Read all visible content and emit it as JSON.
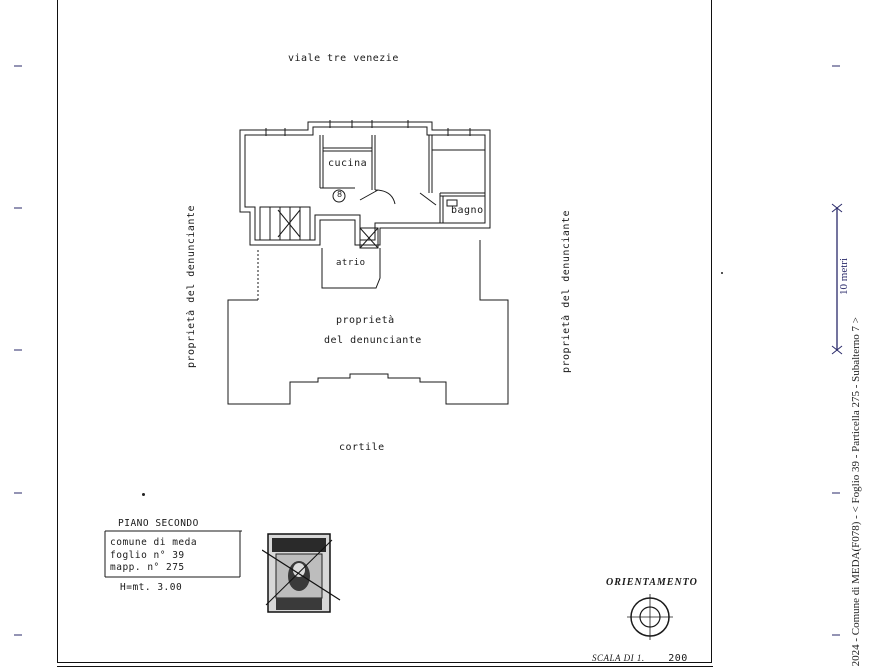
{
  "plan": {
    "street_label": "viale   tre   venezie",
    "room_kitchen": "cucina",
    "room_bath": "bagno",
    "room_atrium": "atrio",
    "ownership_left": "proprietà del denunciante",
    "ownership_right": "proprietà del denunciante",
    "ownership_center_line1": "proprietà",
    "ownership_center_line2": "del denunciante",
    "courtyard_label": "cortile",
    "unit_marker": "8"
  },
  "title_block": {
    "floor": "PIANO  SECONDO",
    "comune": "comune  di  meda",
    "foglio": "foglio  n° 39",
    "mappale": "mapp. n° 275",
    "height": "H=mt. 3.00"
  },
  "orientation": {
    "label": "ORIENTAMENTO",
    "scale_prefix": "SCALA DI 1.",
    "scale_value": "200"
  },
  "margin": {
    "scale_unit": "10 metri",
    "caption": "2024 - Comune di MEDA(F078) - < Foglio 39 - Particella  275 - Subalterno 7 >"
  }
}
